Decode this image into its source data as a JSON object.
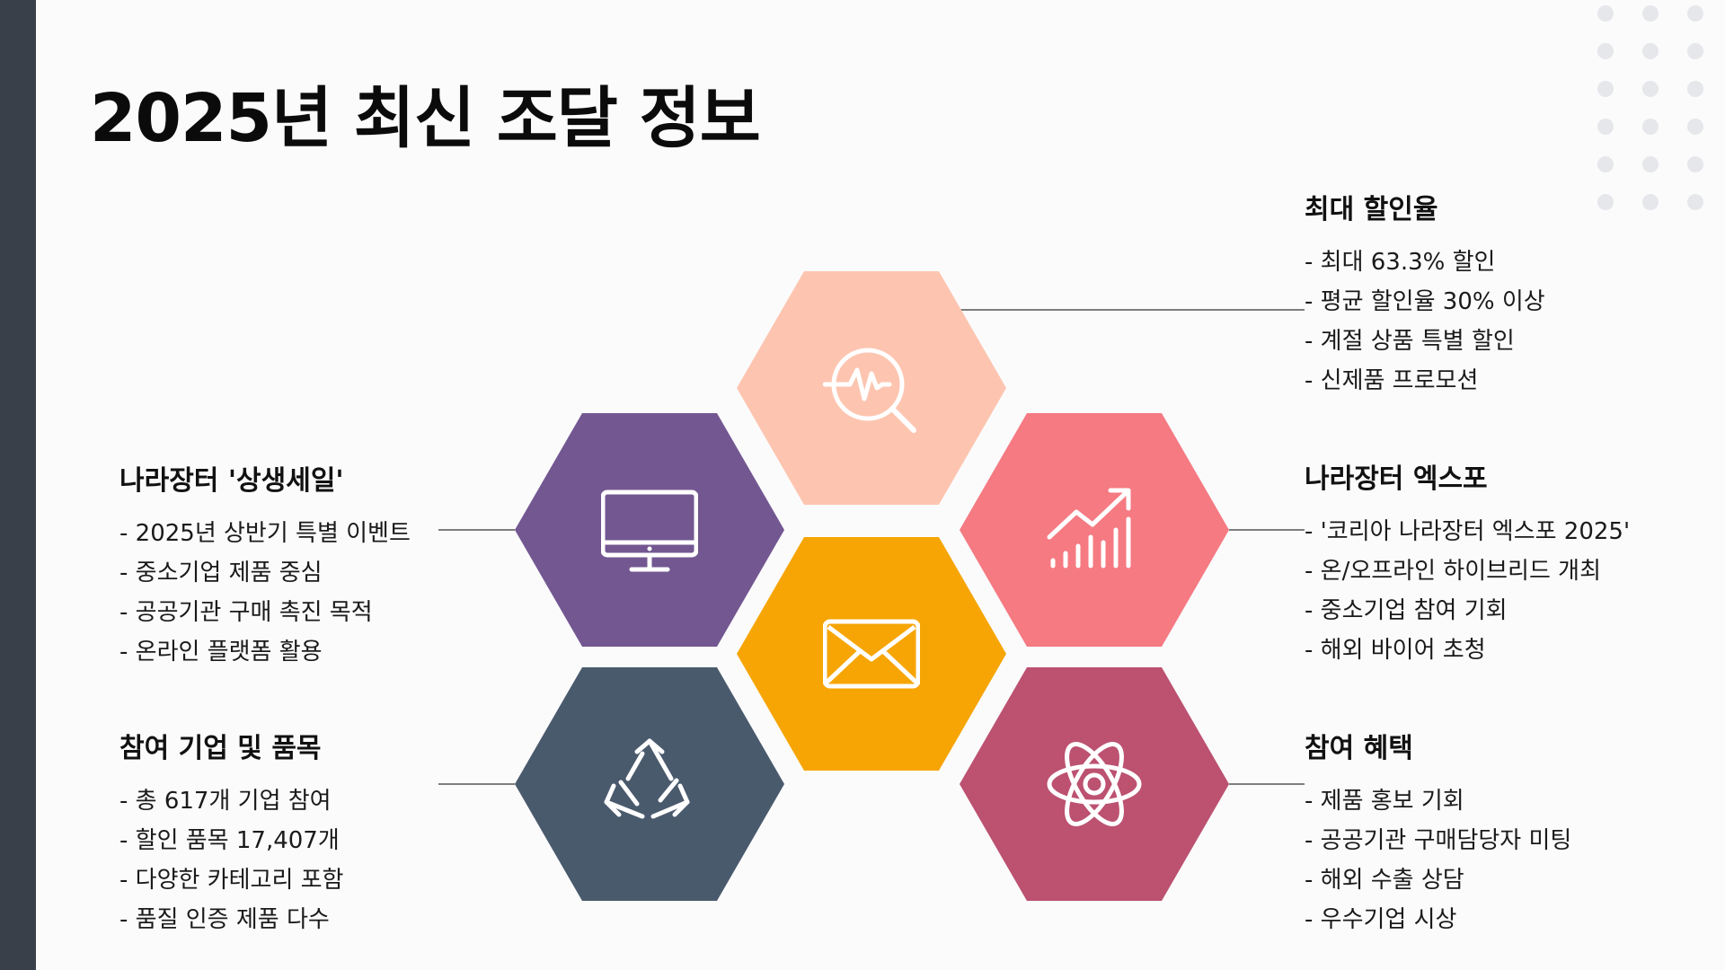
{
  "title": "2025년 최신 조달 정보",
  "colors": {
    "side_bar": "#3a4049",
    "peach": "#fdc5b0",
    "purple": "#735791",
    "coral": "#f57a82",
    "amber": "#f6a504",
    "slate": "#4a5a6d",
    "berry": "#bc5170"
  },
  "hexagons": [
    {
      "color": "#fdc5b0",
      "icon": "search-pulse-icon"
    },
    {
      "color": "#735791",
      "icon": "monitor-icon"
    },
    {
      "color": "#f57a82",
      "icon": "growth-chart-icon"
    },
    {
      "color": "#f6a504",
      "icon": "envelope-icon"
    },
    {
      "color": "#4a5a6d",
      "icon": "recycle-icon"
    },
    {
      "color": "#bc5170",
      "icon": "atom-icon"
    }
  ],
  "blocks": {
    "discount": {
      "heading": "최대 할인율",
      "items": [
        "최대 63.3% 할인",
        "평균 할인율 30% 이상",
        "계절 상품 특별 할인",
        "신제품 프로모션"
      ]
    },
    "sale": {
      "heading": "나라장터 '상생세일'",
      "items": [
        "2025년 상반기 특별 이벤트",
        "중소기업 제품 중심",
        "공공기관 구매 촉진 목적",
        "온라인 플랫폼 활용"
      ]
    },
    "expo": {
      "heading": "나라장터 엑스포",
      "items": [
        "'코리아 나라장터 엑스포 2025'",
        "온/오프라인 하이브리드 개최",
        "중소기업 참여 기회",
        "해외 바이어 초청"
      ]
    },
    "companies": {
      "heading": "참여 기업 및 품목",
      "items": [
        "총 617개 기업 참여",
        "할인 품목 17,407개",
        "다양한 카테고리 포함",
        "품질 인증 제품 다수"
      ]
    },
    "benefits": {
      "heading": "참여 혜택",
      "items": [
        "제품 홍보 기회",
        "공공기관 구매담당자 미팅",
        "해외 수출 상담",
        "우수기업 시상"
      ]
    }
  }
}
